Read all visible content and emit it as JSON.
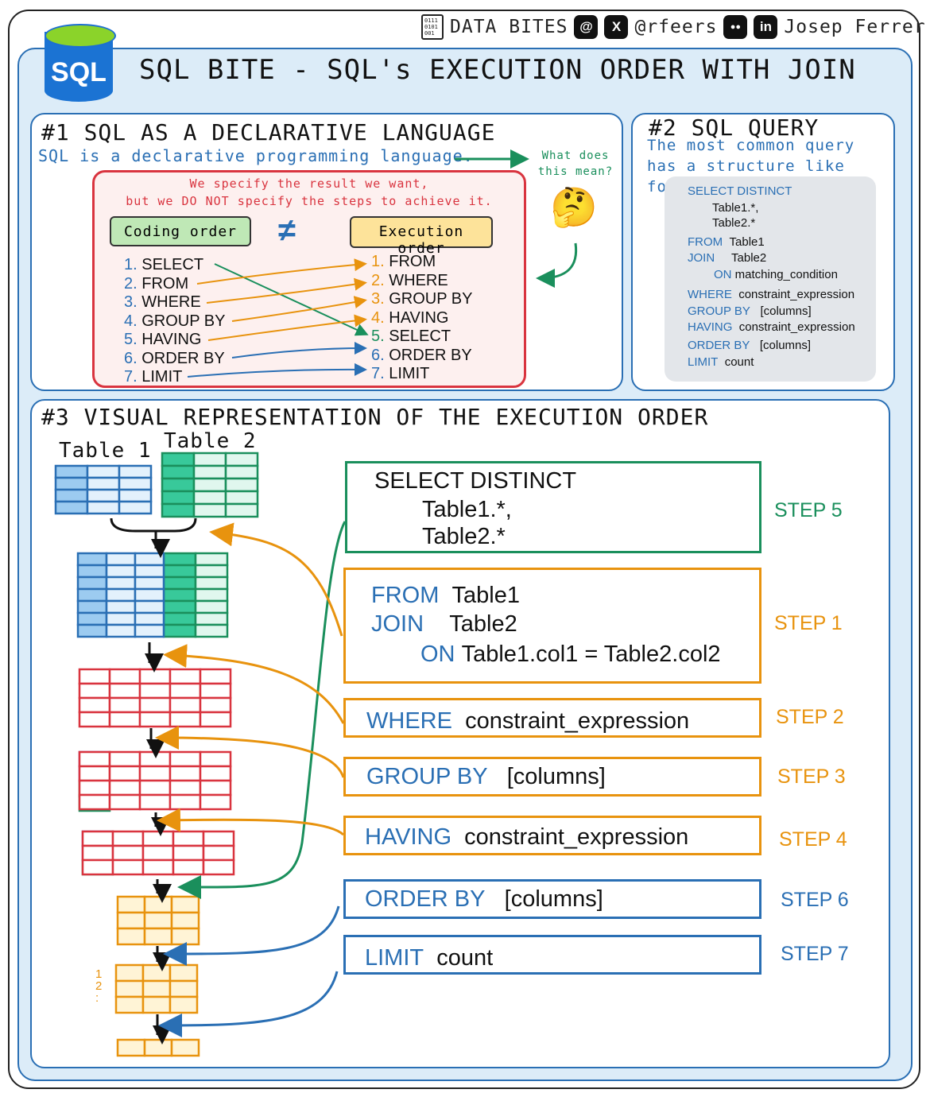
{
  "brand": {
    "bin_icon_text": "0111\n0101\n001",
    "name": "DATA BITES",
    "threads_glyph": "@",
    "x_glyph": "X",
    "handle": "@rfeers",
    "medium_glyph": "●●",
    "linkedin_glyph": "in",
    "author": "Josep Ferrer"
  },
  "logo": {
    "text": "SQL"
  },
  "title": "SQL BITE - SQL's EXECUTION ORDER WITH JOIN",
  "section1": {
    "title": "#1 SQL AS A DECLARATIVE LANGUAGE",
    "subtitle": "SQL is a declarative programming language.",
    "question": "What does this mean?",
    "emoji": "🤔",
    "note_line1": "We specify the result we want,",
    "note_line2": "but we DO NOT specify the steps to achieve it.",
    "coding_label": "Coding order",
    "neq": "≠",
    "execution_label": "Execution order",
    "coding_nums": [
      "1.",
      "2.",
      "3.",
      "4.",
      "5.",
      "6.",
      "7."
    ],
    "coding_items": [
      "SELECT",
      "FROM",
      "WHERE",
      "GROUP BY",
      "HAVING",
      "ORDER BY",
      "LIMIT"
    ],
    "exec_nums": [
      "1.",
      "2.",
      "3.",
      "4.",
      "5.",
      "6.",
      "7."
    ],
    "exec_items": [
      "FROM",
      "WHERE",
      "GROUP BY",
      "HAVING",
      "SELECT",
      "ORDER BY",
      "LIMIT"
    ]
  },
  "section2": {
    "title": "#2 SQL QUERY",
    "subtitle": "The most common query has a structure like follows:",
    "q_select": "SELECT DISTINCT",
    "q_t1": "Table1.*,",
    "q_t2": "Table2.*",
    "q_from_kw": "FROM",
    "q_from_val": "Table1",
    "q_join_kw": "JOIN",
    "q_join_val": "Table2",
    "q_on_kw": "ON",
    "q_on_val": "matching_condition",
    "q_where_kw": "WHERE",
    "q_where_val": "constraint_expression",
    "q_group_kw": "GROUP BY",
    "q_group_val": "[columns]",
    "q_having_kw": "HAVING",
    "q_having_val": "constraint_expression",
    "q_order_kw": "ORDER BY",
    "q_order_val": "[columns]",
    "q_limit_kw": "LIMIT",
    "q_limit_val": "count"
  },
  "section3": {
    "title": "#3 VISUAL REPRESENTATION OF THE EXECUTION ORDER",
    "table1": "Table 1",
    "table2": "Table 2",
    "rank_marks": "1\n2\n:",
    "s5_kw": "SELECT DISTINCT",
    "s5_t1": "Table1.*,",
    "s5_t2": "Table2.*",
    "s5_label": "STEP 5",
    "s1_from_kw": "FROM",
    "s1_from_val": "Table1",
    "s1_join_kw": "JOIN",
    "s1_join_val": "Table2",
    "s1_on_kw": "ON",
    "s1_on_val": "Table1.col1 = Table2.col2",
    "s1_label": "STEP 1",
    "s2_kw": "WHERE",
    "s2_val": "constraint_expression",
    "s2_label": "STEP 2",
    "s3_kw": "GROUP BY",
    "s3_val": "[columns]",
    "s3_label": "STEP 3",
    "s4_kw": "HAVING",
    "s4_val": "constraint_expression",
    "s4_label": "STEP 4",
    "s6_kw": "ORDER BY",
    "s6_val": "[columns]",
    "s6_label": "STEP 6",
    "s7_kw": "LIMIT",
    "s7_val": "count",
    "s7_label": "STEP 7"
  },
  "colors": {
    "blue": "#2a6fb4",
    "green": "#1a8f5c",
    "orange": "#e8930e",
    "red": "#d9343f",
    "purple": "#7b4cc9"
  }
}
